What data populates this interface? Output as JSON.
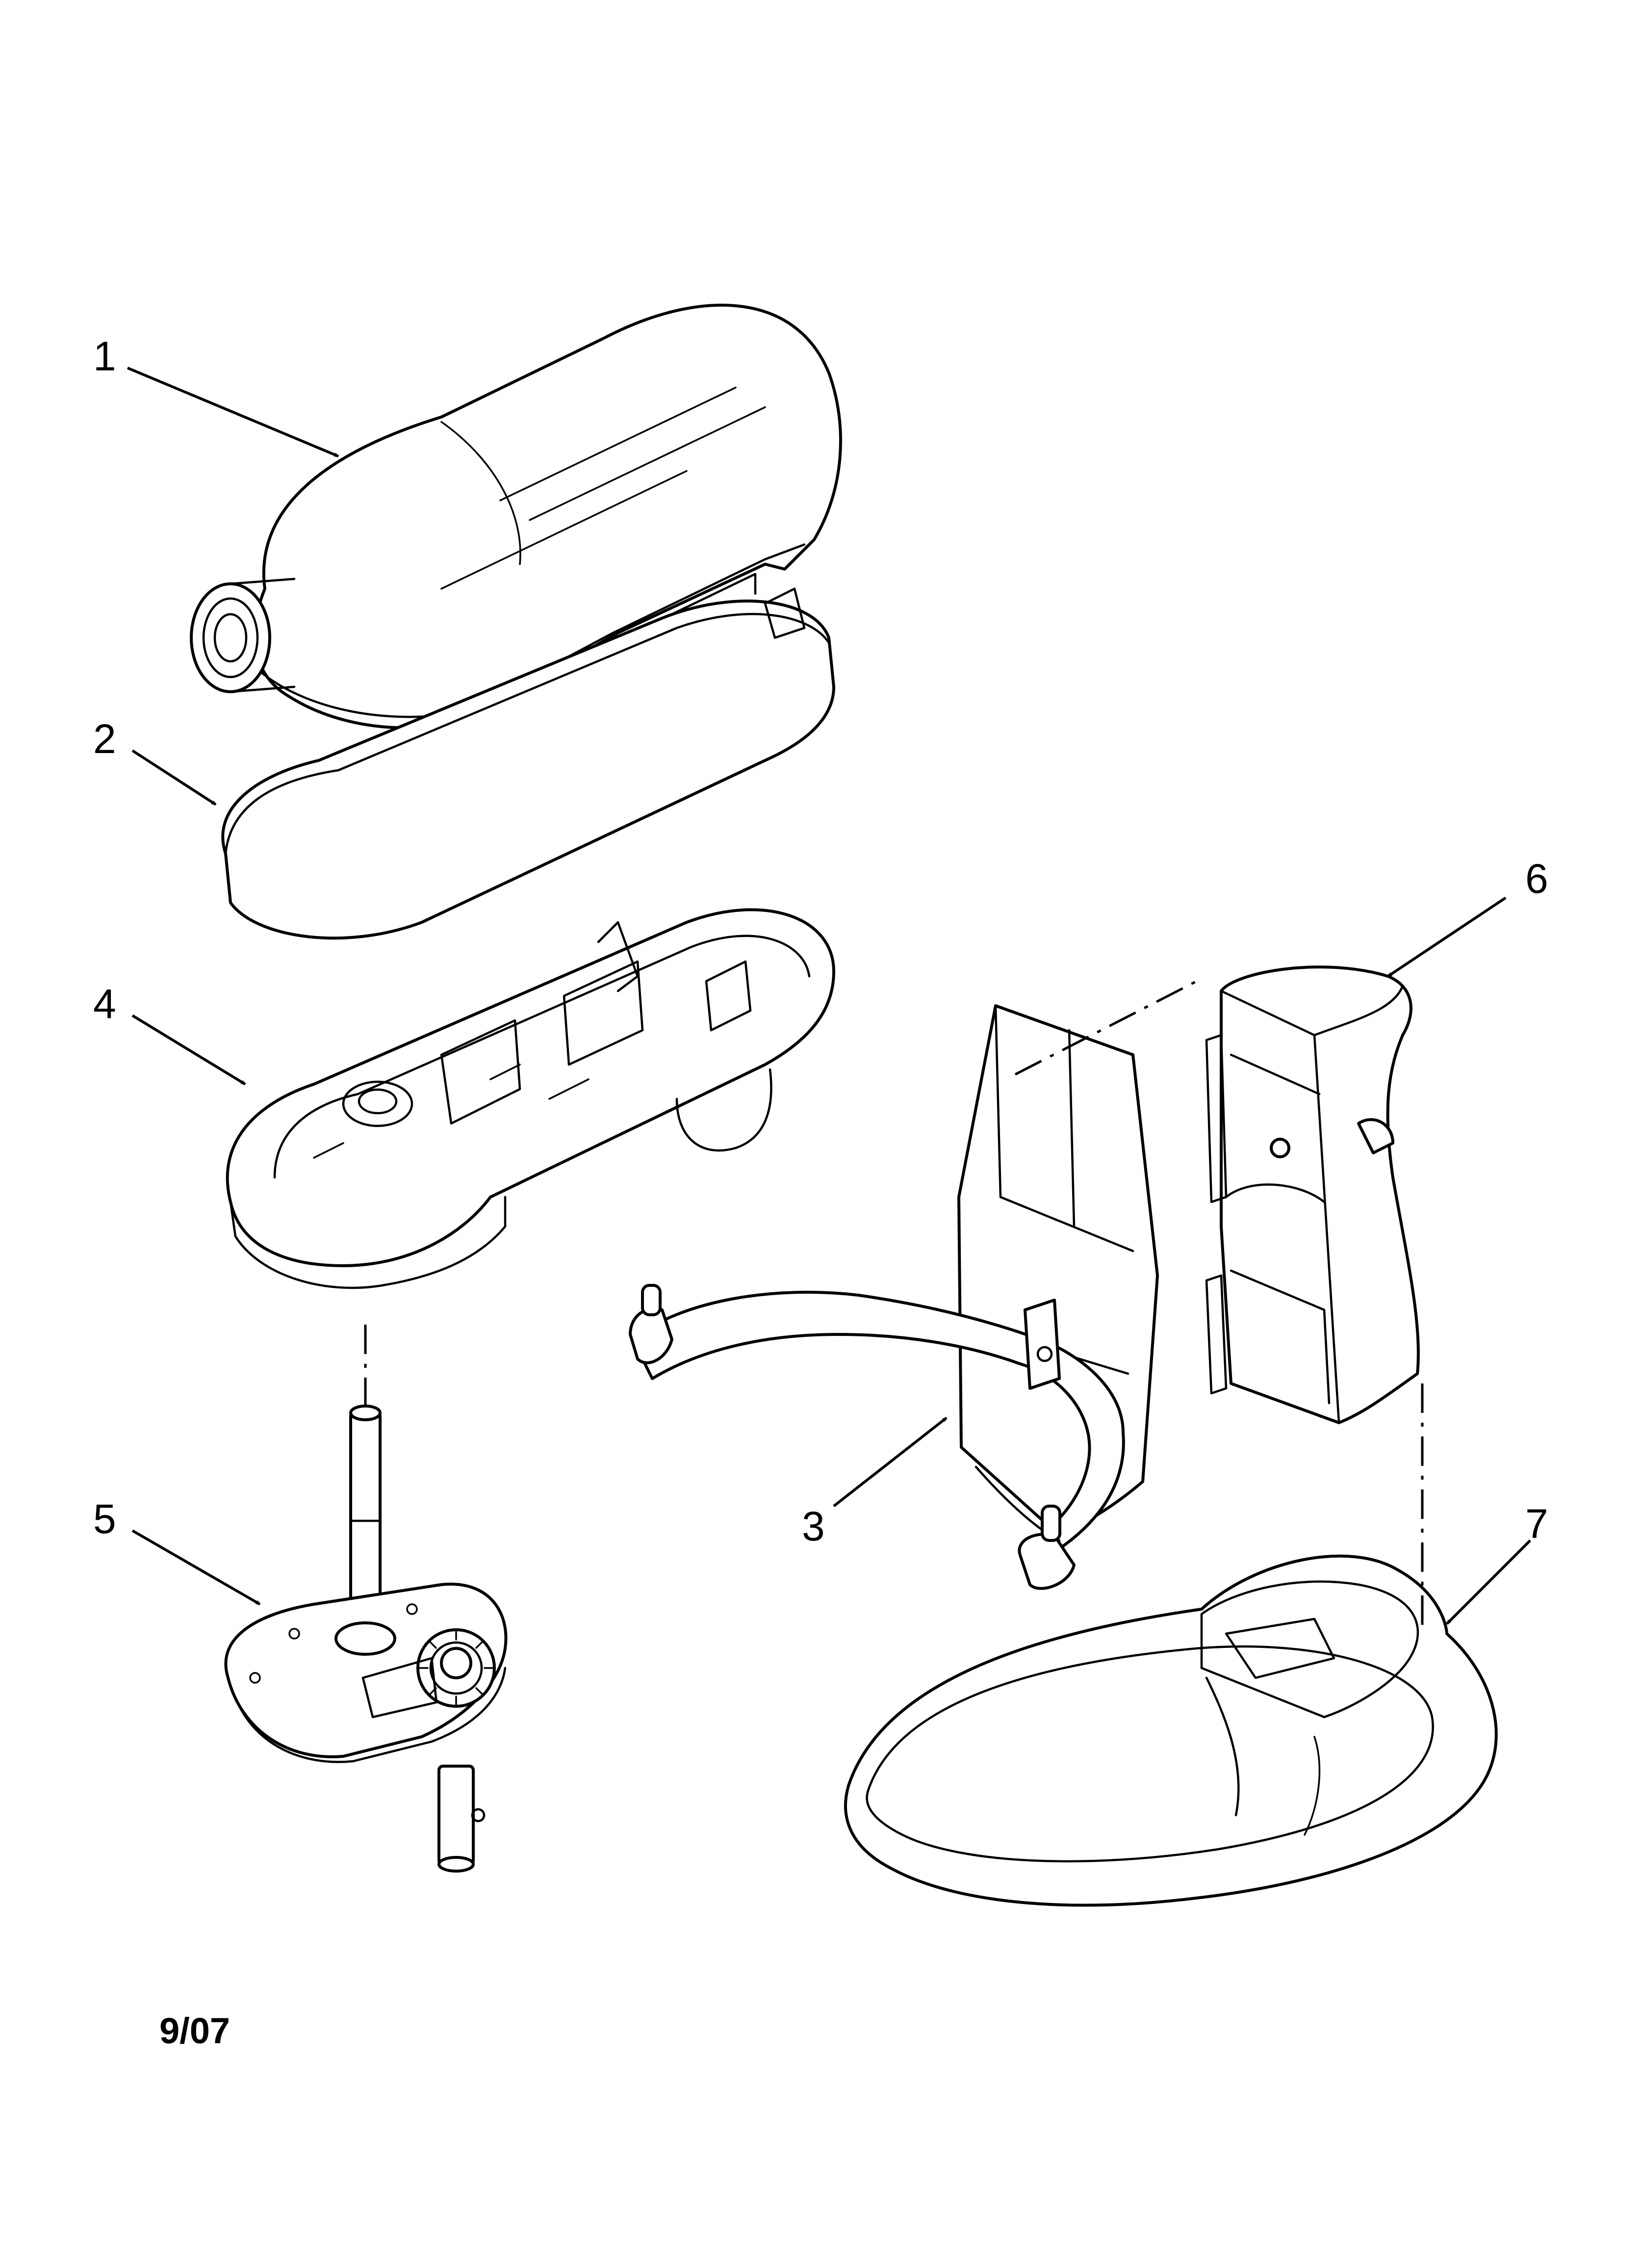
{
  "callouts": {
    "c1": "1",
    "c2": "2",
    "c3": "3",
    "c4": "4",
    "c5": "5",
    "c6": "6",
    "c7": "7"
  },
  "footer": {
    "date": "9/07"
  }
}
